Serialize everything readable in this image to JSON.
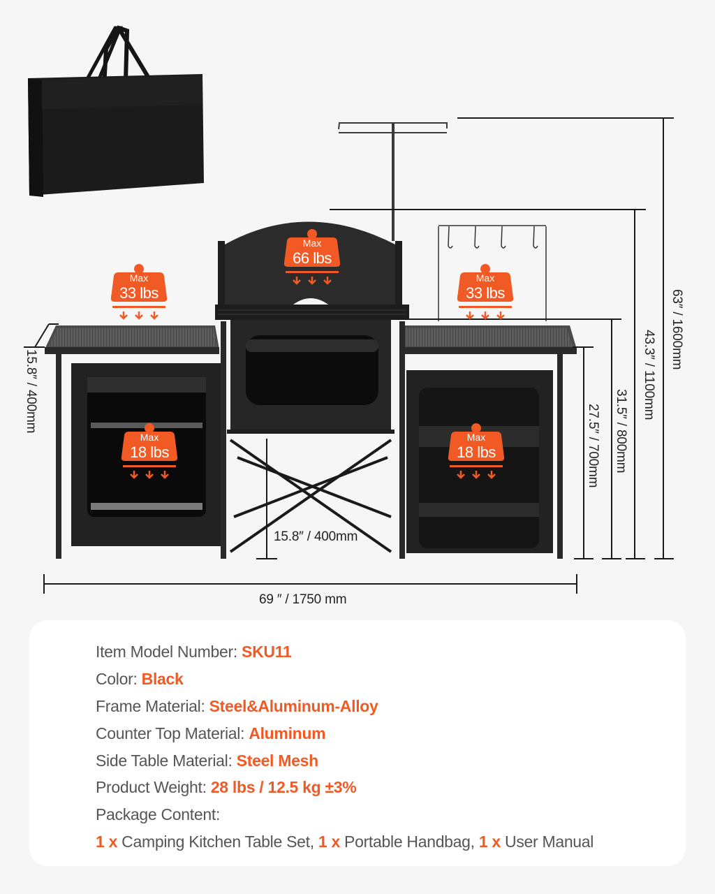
{
  "colors": {
    "accent": "#f15a24",
    "background": "#f6f6f6",
    "card": "#ffffff",
    "text": "#555555",
    "product": "#1c1c1c"
  },
  "images": {
    "handbag": "black-carry-handbag",
    "product": "camping-kitchen-table"
  },
  "load_badges": [
    {
      "id": "left-table",
      "label": "Max",
      "value": "33 lbs",
      "icon": "weight-icon"
    },
    {
      "id": "center-counter",
      "label": "Max",
      "value": "66 lbs",
      "icon": "weight-icon"
    },
    {
      "id": "right-table",
      "label": "Max",
      "value": "33 lbs",
      "icon": "weight-icon"
    },
    {
      "id": "left-cabinet",
      "label": "Max",
      "value": "18 lbs",
      "icon": "weight-icon"
    },
    {
      "id": "right-cabinet",
      "label": "Max",
      "value": "18 lbs",
      "icon": "weight-icon"
    }
  ],
  "dimensions": {
    "total_height": "63″ / 1600mm",
    "windscreen_height": "43.3″ / 1100mm",
    "counter_height": "31.5″ / 800mm",
    "side_table_height": "27.5″ / 700mm",
    "side_table_depth": "15.8″ / 400mm",
    "shelf_clearance": "15.8″ / 400mm",
    "total_width": "69 ″ / 1750 mm"
  },
  "specs": [
    {
      "label": "Item Model Number: ",
      "value": "SKU11"
    },
    {
      "label": "Color: ",
      "value": "Black"
    },
    {
      "label": "Frame Material: ",
      "value": "Steel&Aluminum-Alloy"
    },
    {
      "label": "Counter Top Material: ",
      "value": "Aluminum"
    },
    {
      "label": "Side Table Material: ",
      "value": "Steel Mesh"
    },
    {
      "label": "Product Weight: ",
      "value": "28 lbs / 12.5 kg ±3%"
    },
    {
      "label": "Package Content:",
      "value": ""
    }
  ],
  "package_content": [
    {
      "qty": "1 x",
      "item": " Camping Kitchen Table Set,"
    },
    {
      "qty": " 1 x",
      "item": " Portable Handbag,"
    },
    {
      "qty": " 1 x",
      "item": " User Manual"
    }
  ]
}
